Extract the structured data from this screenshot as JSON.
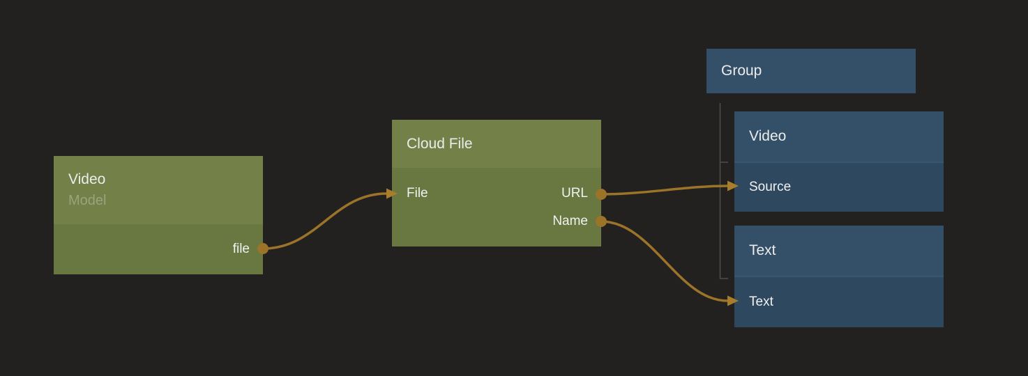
{
  "canvas": {
    "background_color": "#232120",
    "link_color": "#9b7329",
    "arrow_color": "#a87e2d",
    "tree_line_color": "#4e4e4c",
    "green_header_color": "#738149",
    "green_body_color": "#687840",
    "blue_header_color": "#345069",
    "blue_body_color": "#2e4860"
  },
  "nodes": [
    {
      "id": "video-model",
      "title": "Video",
      "subtitle": "Model",
      "theme": "green",
      "inputs": [],
      "outputs": [
        {
          "label": "file"
        }
      ]
    },
    {
      "id": "cloud-file",
      "title": "Cloud File",
      "theme": "green",
      "inputs": [
        {
          "label": "File"
        }
      ],
      "outputs": [
        {
          "label": "URL"
        },
        {
          "label": "Name"
        }
      ]
    },
    {
      "id": "group",
      "title": "Group",
      "theme": "blue",
      "inputs": [],
      "outputs": []
    },
    {
      "id": "video",
      "title": "Video",
      "theme": "blue",
      "inputs": [
        {
          "label": "Source"
        }
      ],
      "outputs": []
    },
    {
      "id": "text",
      "title": "Text",
      "theme": "blue",
      "inputs": [
        {
          "label": "Text"
        }
      ],
      "outputs": []
    }
  ],
  "links": [
    {
      "from": "Video.file",
      "to": "Cloud File.File"
    },
    {
      "from": "Cloud File.URL",
      "to": "Video.Source"
    },
    {
      "from": "Cloud File.Name",
      "to": "Text.Text"
    }
  ],
  "group_children": [
    "video",
    "text"
  ]
}
